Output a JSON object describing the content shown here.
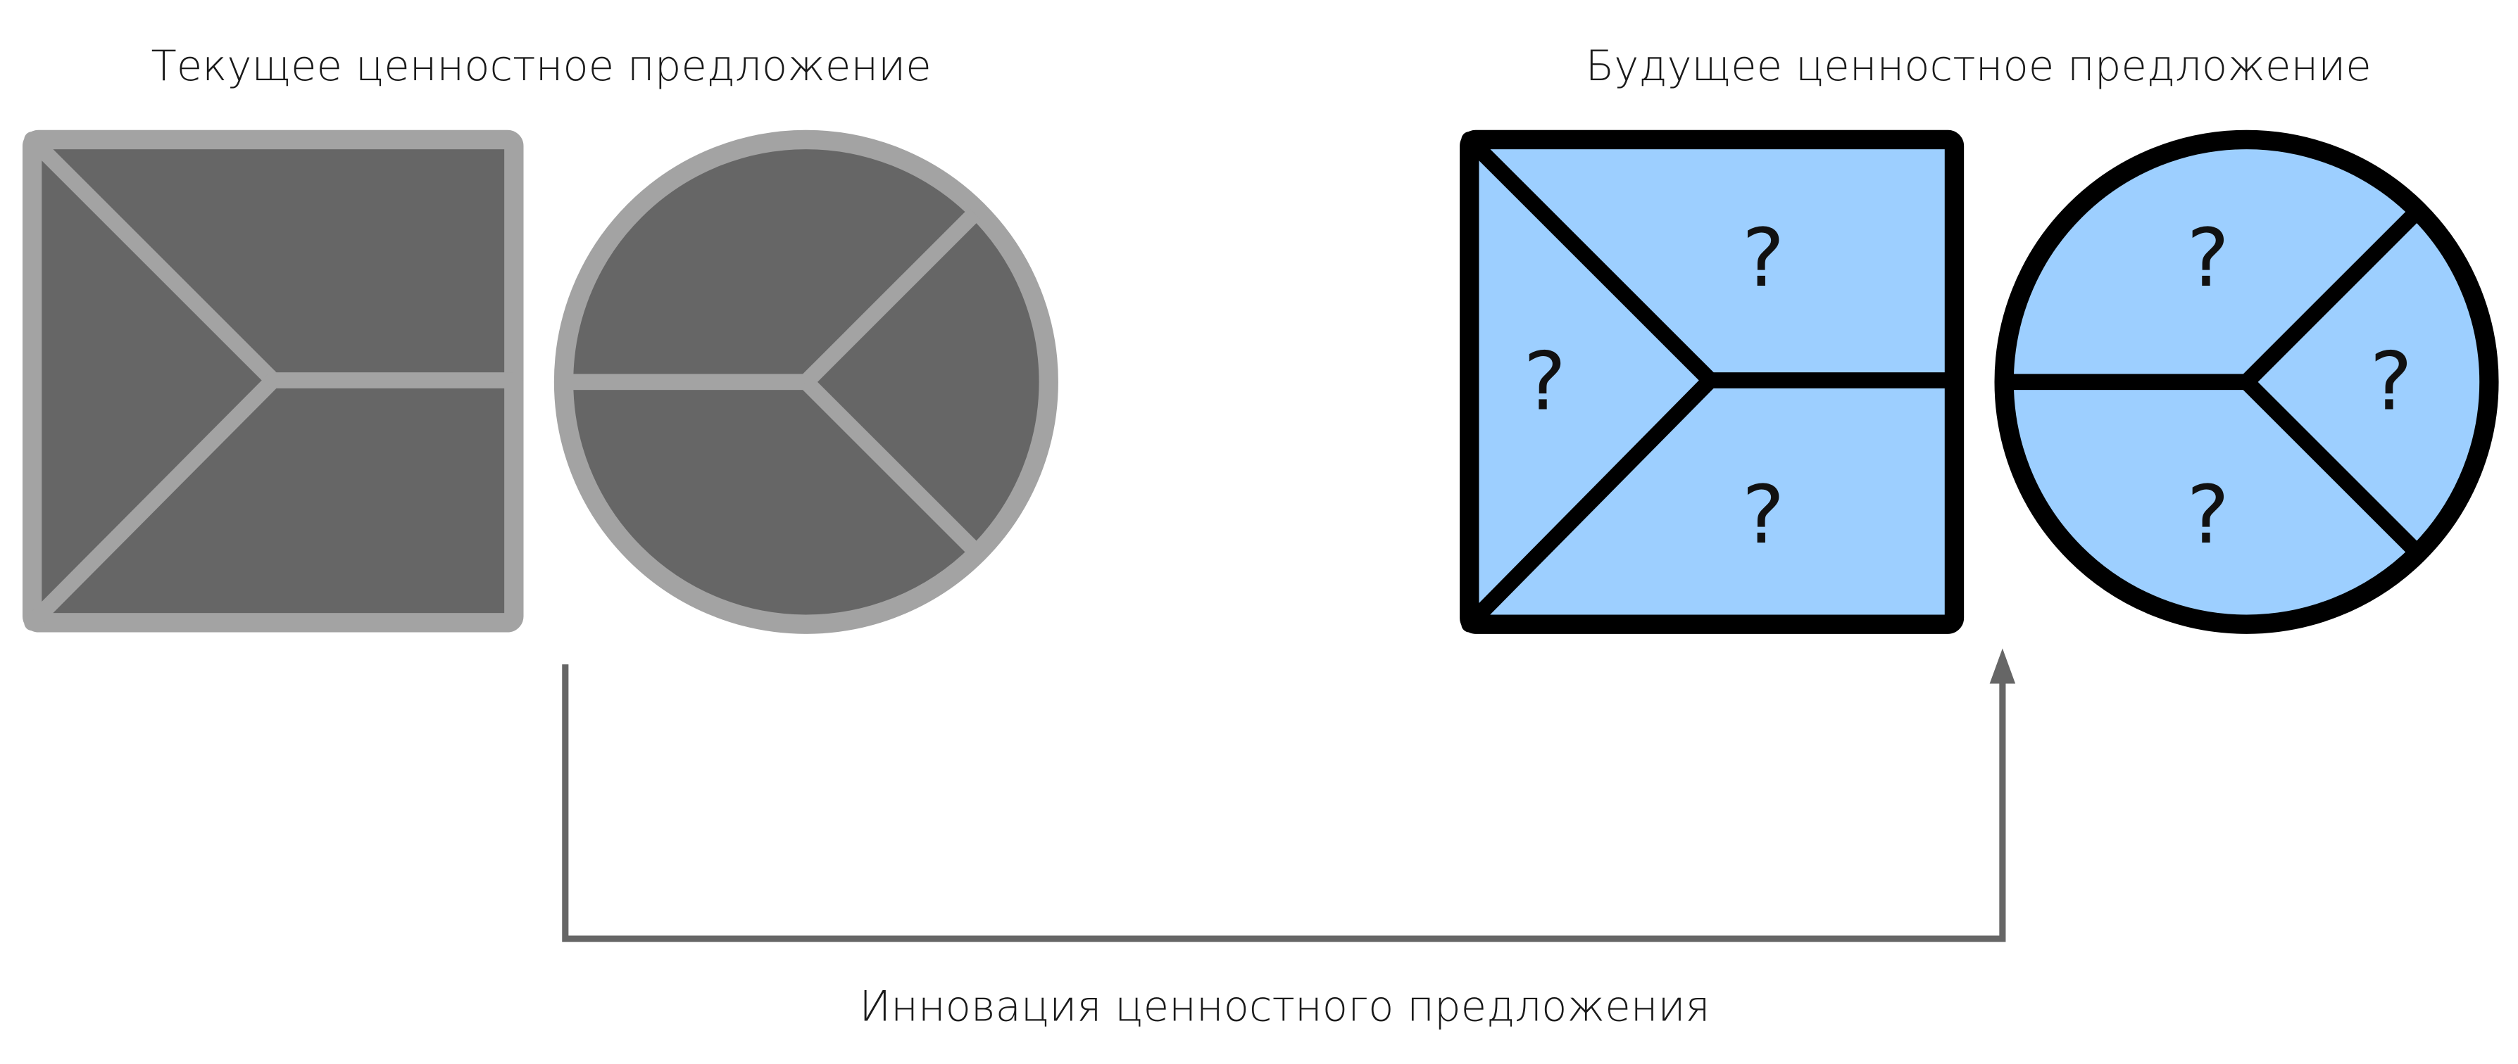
{
  "labels": {
    "current": "Текущее ценностное предложение",
    "future": "Будущее ценностное предложение",
    "innovation": "Инновация ценностного предложения"
  },
  "placeholders": {
    "square_left": "?",
    "square_top": "?",
    "square_bottom": "?",
    "circle_top": "?",
    "circle_right": "?",
    "circle_bottom": "?"
  },
  "colors": {
    "current_fill": "#666666",
    "current_stroke": "#a3a3a3",
    "future_fill": "#9dcfff",
    "future_stroke": "#000000",
    "arrow": "#666666",
    "text": "#1a1a1a"
  },
  "icons": {
    "current_square": "value-map-icon",
    "current_circle": "customer-profile-icon",
    "future_square": "value-map-icon",
    "future_circle": "customer-profile-icon",
    "arrow": "arrow-up-icon"
  }
}
